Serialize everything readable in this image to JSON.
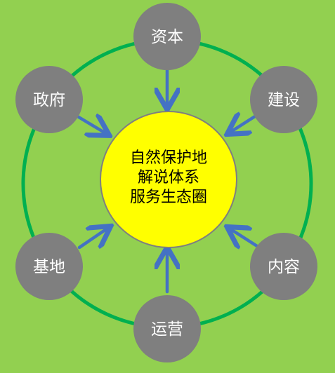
{
  "colors": {
    "background": "#92d050",
    "ring": "#00b050",
    "outer_node": "#7f7f7f",
    "center_fill": "#ffff00",
    "center_stroke": "#7f7f7f",
    "arrow": "#4472c4"
  },
  "center": {
    "lines": [
      "自然保护地",
      "解说体系",
      "服务生态圈"
    ]
  },
  "nodes": {
    "capital": "资本",
    "construction": "建设",
    "content": "内容",
    "operation": "运营",
    "base": "基地",
    "government": "政府"
  }
}
